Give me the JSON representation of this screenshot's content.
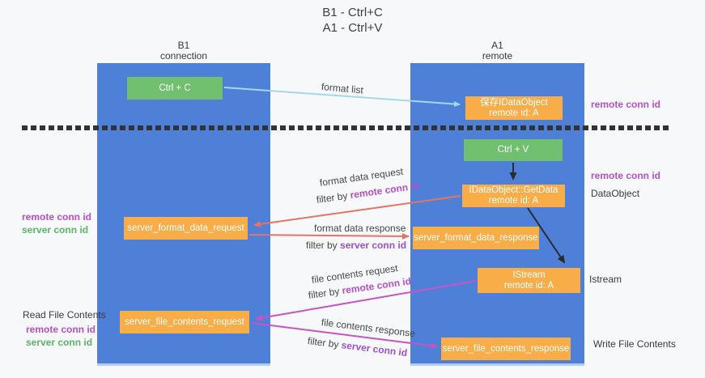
{
  "title": {
    "line1": "B1 - Ctrl+C",
    "line2": "A1 - Ctrl+V"
  },
  "lanes": {
    "b1": {
      "name": "B1",
      "subtitle": "connection"
    },
    "a1": {
      "name": "A1",
      "subtitle": "remote"
    }
  },
  "boxes": {
    "ctrl_c": {
      "label": "Ctrl + C"
    },
    "save_idataobject": {
      "line1": "保存IDataObject",
      "line2": "remote id: A"
    },
    "ctrl_v": {
      "label": "Ctrl + V"
    },
    "getdata": {
      "line1": "IDataObject::GetData",
      "line2": "remote id: A"
    },
    "server_format_data_request": {
      "label": "server_format_data_request"
    },
    "server_format_data_response": {
      "label": "server_format_data_response"
    },
    "istream": {
      "line1": "IStream",
      "line2": "remote id: A"
    },
    "server_file_contents_request": {
      "label": "server_file_contents_request"
    },
    "server_file_contents_response": {
      "label": "server_file_contents_response"
    }
  },
  "flow_labels": {
    "format_list": "format list",
    "format_data_request": "format data request",
    "format_data_request_filter": {
      "prefix": "filter by ",
      "key": "remote conn id"
    },
    "format_data_response": "format data response",
    "format_data_response_filter": {
      "prefix": "filter by ",
      "key": "server conn id"
    },
    "file_contents_request": "file contents request",
    "file_contents_request_filter": {
      "prefix": "filter by ",
      "key": "remote conn id"
    },
    "file_contents_response": "file contents response",
    "file_contents_response_filter": {
      "prefix": "filter by ",
      "key": "server conn id"
    }
  },
  "side_labels": {
    "right_remote_conn_id_top": "remote conn id",
    "right_remote_conn_id_mid": "remote conn id",
    "right_dataobject": "DataObject",
    "right_istream": "Istream",
    "right_write_file_contents": "Write File Contents",
    "left_remote_conn_id_top": "remote conn id",
    "left_server_conn_id_top": "server conn id",
    "left_read_file_contents": "Read File Contents",
    "left_remote_conn_id_bottom": "remote conn id",
    "left_server_conn_id_bottom": "server conn id"
  },
  "colors": {
    "lane_blue": "#4d80d6",
    "box_orange": "#f9ad49",
    "box_green": "#71c06f",
    "remote_purple": "#b84ec9",
    "server_green": "#5cb567",
    "filter_server_violet": "#9b50d2",
    "arrow_blue": "#a5d5f0",
    "arrow_red": "#e57368",
    "arrow_magenta": "#c753c7",
    "arrow_black": "#2b2b2b",
    "dashed_divider": "#333333"
  }
}
